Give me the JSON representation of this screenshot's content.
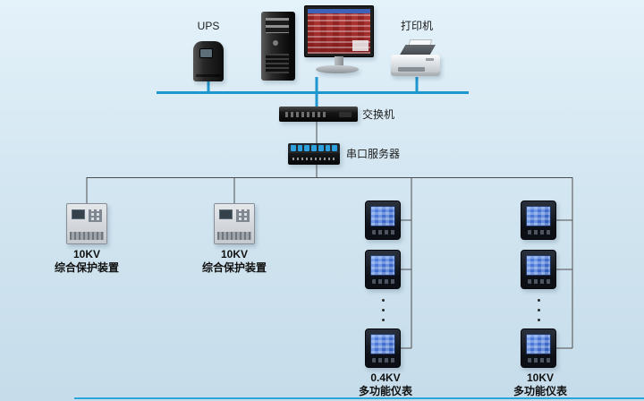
{
  "diagram": {
    "top_row": {
      "ups_label": "UPS",
      "printer_label": "打印机"
    },
    "network": {
      "switch_label": "交换机",
      "serial_server_label": "串口服务器"
    },
    "branches": {
      "protection_a": {
        "voltage": "10KV",
        "name": "综合保护装置"
      },
      "protection_b": {
        "voltage": "10KV",
        "name": "综合保护装置"
      },
      "meter_column_a": {
        "voltage": "0.4KV",
        "name": "多功能仪表"
      },
      "meter_column_b": {
        "voltage": "10KV",
        "name": "多功能仪表"
      }
    },
    "colors": {
      "network_bus": "#1e96ce",
      "branch_line": "#4d4d4d",
      "background": "#cfe3ef",
      "meter_screen": "#3c64c4"
    }
  }
}
